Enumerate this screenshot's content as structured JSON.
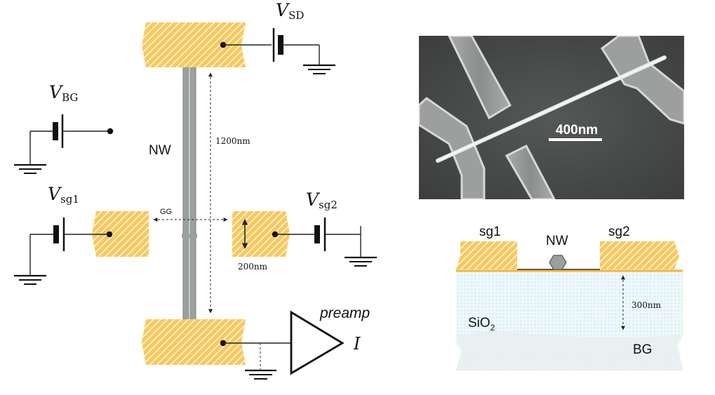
{
  "colors": {
    "pad": "#f7c95e",
    "hatch": "#ffffff",
    "nanowire": "#9aa09e",
    "sem_background": "#4a4c4b",
    "substrate_dots": "#bfe3ea"
  },
  "circuit": {
    "v_sd": {
      "symbol": "V",
      "sub": "SD"
    },
    "v_bg": {
      "symbol": "V",
      "sub": "BG"
    },
    "v_sg1": {
      "symbol": "V",
      "sub": "sg1"
    },
    "v_sg2": {
      "symbol": "V",
      "sub": "sg2"
    },
    "nw_label": "NW",
    "gg_label": "GG",
    "length_label": "1200nm",
    "gate_width_label": "200nm",
    "preamp_label": "preamp",
    "current_label": "I"
  },
  "sem": {
    "scale_bar_label": "400nm"
  },
  "cross_section": {
    "sg1_label": "sg1",
    "nw_label": "NW",
    "sg2_label": "sg2",
    "oxide_label": "SiO",
    "oxide_sub": "2",
    "thickness_label": "300nm",
    "bg_label": "BG"
  }
}
